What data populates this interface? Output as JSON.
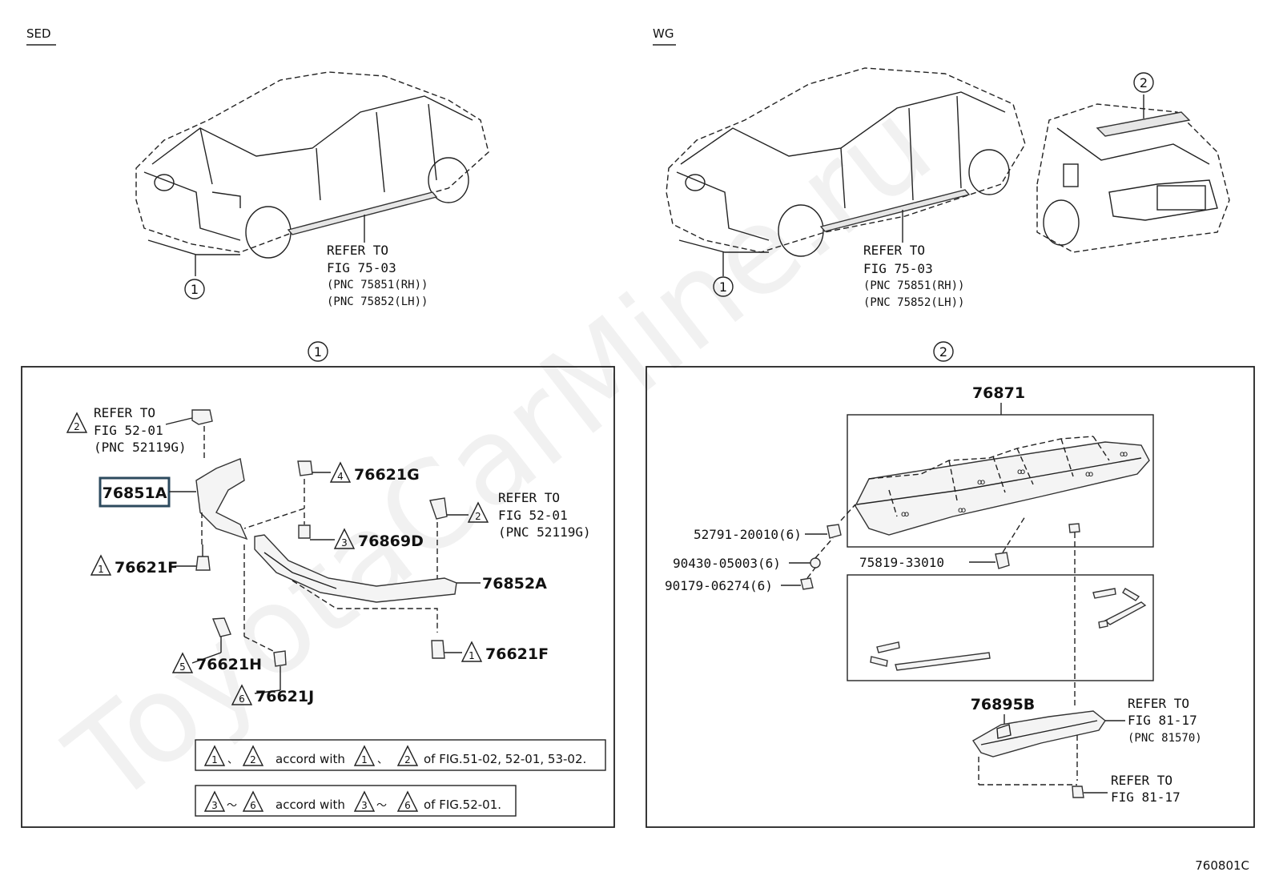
{
  "views": {
    "sed": {
      "label": "SED",
      "refer": [
        "REFER TO",
        "FIG 75-03",
        "(PNC 75851(RH))",
        "(PNC 75852(LH))"
      ],
      "callout": "1"
    },
    "wg": {
      "label": "WG",
      "refer": [
        "REFER TO",
        "FIG 75-03",
        "(PNC 75851(RH))",
        "(PNC 75852(LH))"
      ],
      "callout1": "1",
      "callout2": "2"
    }
  },
  "panel1": {
    "callout": "1",
    "refer_top": {
      "mark": "2",
      "lines": [
        "REFER TO",
        "FIG 52-01",
        "(PNC 52119G)"
      ]
    },
    "refer_right": {
      "mark": "2",
      "lines": [
        "REFER TO",
        "FIG 52-01",
        "(PNC 52119G)"
      ]
    },
    "part_76851A": "76851A",
    "part_76621G": {
      "mark": "4",
      "code": "76621G"
    },
    "part_76869D": {
      "mark": "3",
      "code": "76869D"
    },
    "part_76621F_left": {
      "mark": "1",
      "code": "76621F"
    },
    "part_76852A": "76852A",
    "part_76621F_right": {
      "mark": "1",
      "code": "76621F"
    },
    "part_76621H": {
      "mark": "5",
      "code": "76621H"
    },
    "part_76621J": {
      "mark": "6",
      "code": "76621J"
    },
    "notes": [
      {
        "m1": "1",
        "sep": "、",
        "m2": "2",
        "accord": "accord with",
        "n1": "1",
        "nsep": "、",
        "n2": "2",
        "fig": "of FIG.51-02, 52-01, 53-02."
      },
      {
        "m1": "3",
        "sep": "～",
        "m2": "6",
        "accord": "accord with",
        "n1": "3",
        "nsep": "～",
        "n2": "6",
        "fig": "of FIG.52-01."
      }
    ]
  },
  "panel2": {
    "callout": "2",
    "part_76871": "76871",
    "part_52791": "52791-20010(6)",
    "part_90430": "90430-05003(6)",
    "part_90179": "90179-06274(6)",
    "part_75819": "75819-33010",
    "part_76895B": "76895B",
    "refer_lamp": [
      "REFER TO",
      "FIG 81-17",
      "(PNC 81570)"
    ],
    "refer_bolt": [
      "REFER TO",
      "FIG 81-17"
    ]
  },
  "figure_code": "760801C",
  "watermark": "ToyotaCarMine.ru"
}
